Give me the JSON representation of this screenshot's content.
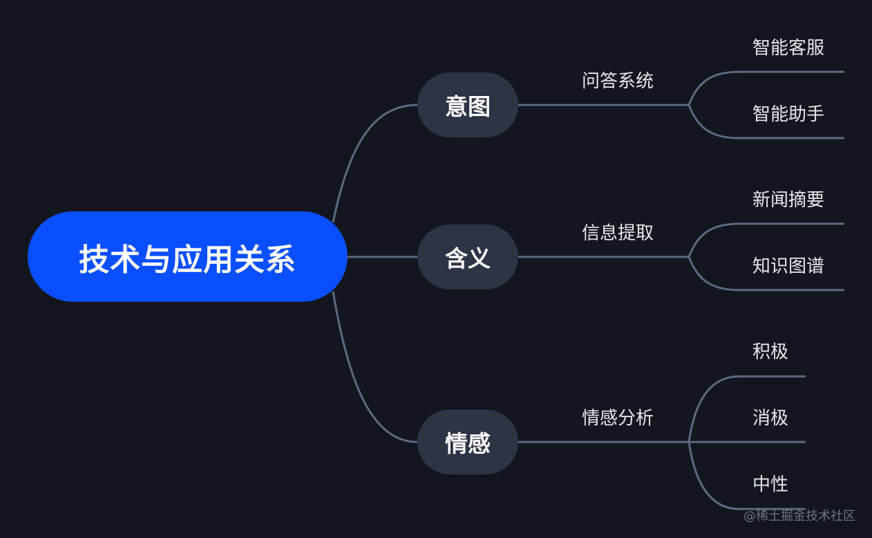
{
  "root": {
    "label": "技术与应用关系"
  },
  "branches": [
    {
      "label": "意图",
      "task": "问答系统",
      "items": [
        "智能客服",
        "智能助手"
      ]
    },
    {
      "label": "含义",
      "task": "信息提取",
      "items": [
        "新闻摘要",
        "知识图谱"
      ]
    },
    {
      "label": "情感",
      "task": "情感分析",
      "items": [
        "积极",
        "消极",
        "中性"
      ]
    }
  ],
  "watermark": "@稀土掘金技术社区",
  "colors": {
    "background": "#13161f",
    "root": "#0a4fff",
    "branch": "#2d3446",
    "connector": "#5d6a85"
  }
}
